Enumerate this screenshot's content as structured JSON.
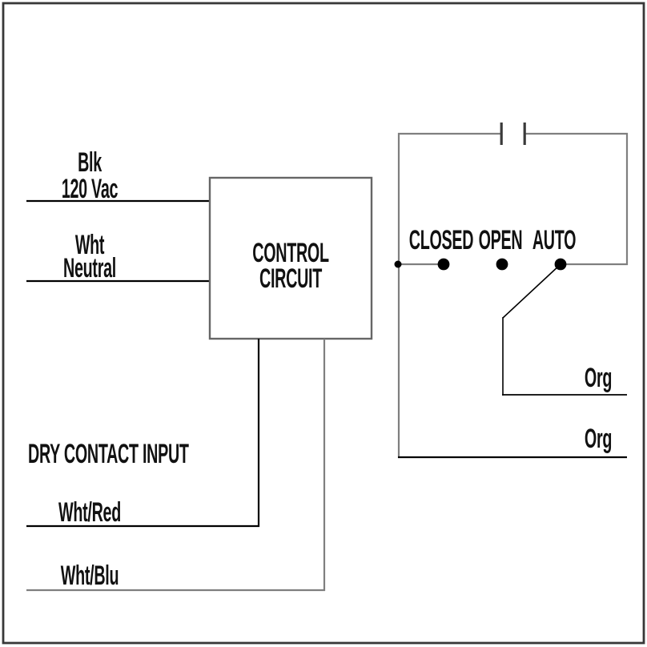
{
  "diagram": {
    "colors": {
      "background": "#ffffff",
      "wire_black": "#000000",
      "wire_gray": "#7f7f7f",
      "box_border": "#666666",
      "contact_bar": "#3a3a3a",
      "outer_border": "#383838",
      "text": "#111111"
    },
    "power": {
      "hot_wire": "Blk",
      "hot_desc": "120 Vac",
      "neutral_wire": "Wht",
      "neutral_desc": "Neutral"
    },
    "control_box": {
      "label_line1": "CONTROL",
      "label_line2": "CIRCUIT"
    },
    "selector_switch": {
      "position_closed": "CLOSED",
      "position_open": "OPEN",
      "position_auto": "AUTO",
      "wire_top": "Org",
      "wire_bottom": "Org"
    },
    "dry_contact": {
      "heading": "DRY CONTACT INPUT",
      "wire1": "Wht/Red",
      "wire2": "Wht/Blu"
    }
  }
}
